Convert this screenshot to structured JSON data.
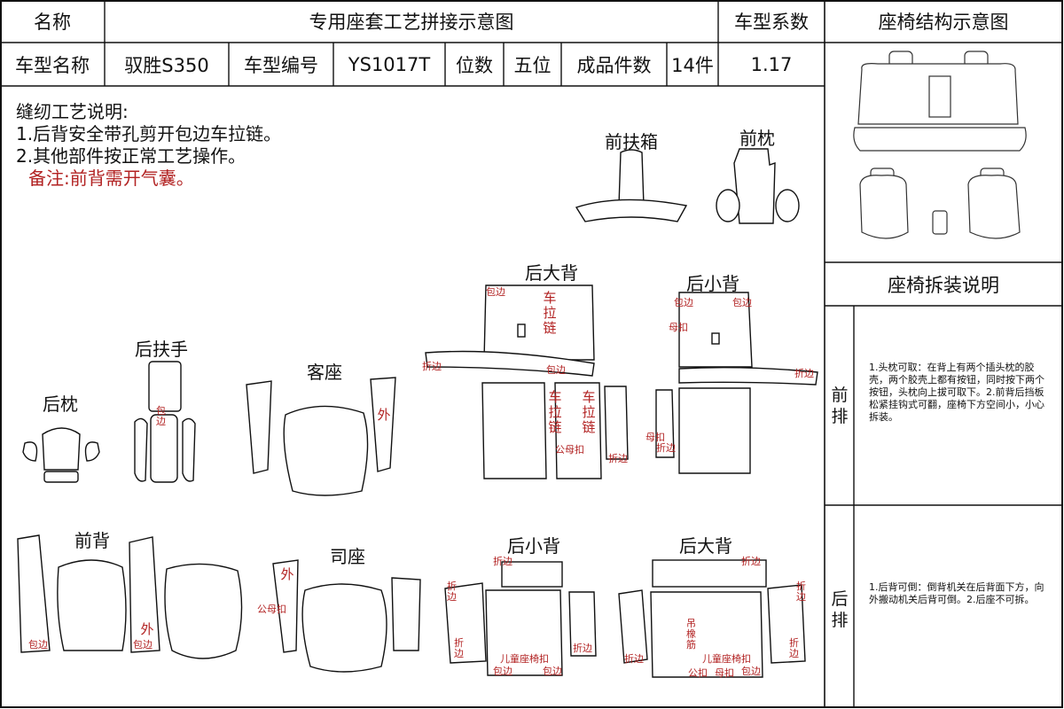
{
  "header": {
    "name_label": "名称",
    "title": "专用座套工艺拼接示意图",
    "coef_label": "车型系数",
    "struct_title": "座椅结构示意图",
    "model_label": "车型名称",
    "model_value": "驭胜S350",
    "code_label": "车型编号",
    "code_value": "YS1017T",
    "seats_label": "位数",
    "seats_value": "五位",
    "pieces_label": "成品件数",
    "pieces_value": "14件",
    "coef_value": "1.17"
  },
  "process": {
    "title": "缝纫工艺说明:",
    "step1": "1.后背安全带孔剪开包边车拉链。",
    "step2": "2.其他部件按正常工艺操作。",
    "remark": "备注:前背需开气囊。"
  },
  "parts": {
    "front_armrest_box": "前扶箱",
    "front_headrest": "前枕",
    "rear_big_back_top": "后大背",
    "rear_small_back_top": "后小背",
    "rear_armrest": "后扶手",
    "passenger_seat": "客座",
    "rear_headrest": "后枕",
    "front_back": "前背",
    "driver_seat": "司座",
    "rear_small_back_bottom": "后小背",
    "rear_big_back_bottom": "后大背"
  },
  "annotations": {
    "baobian": "包边",
    "zhebian": "折边",
    "che_la_lian": "车拉链",
    "gong_mu_kou": "公母扣",
    "mu_kou": "母扣",
    "wai": "外",
    "tong_zuo_yi_kou": "儿童座椅扣",
    "diao_xiang_jin": "吊橡筋",
    "gong_kou": "公扣"
  },
  "disassembly": {
    "title": "座椅拆装说明",
    "front_label": "前排",
    "front_text": "1.头枕可取：在背上有两个插头枕的胶壳，两个胶壳上都有按钮，同时按下两个按钮，头枕向上拔可取下。2.前背后挡板松紧挂钩式可翻，座椅下方空间小，小心拆装。",
    "rear_label": "后排",
    "rear_text": "1.后背可倒：倒背机关在后背面下方，向外搬动机关后背可倒。2.后座不可拆。"
  }
}
